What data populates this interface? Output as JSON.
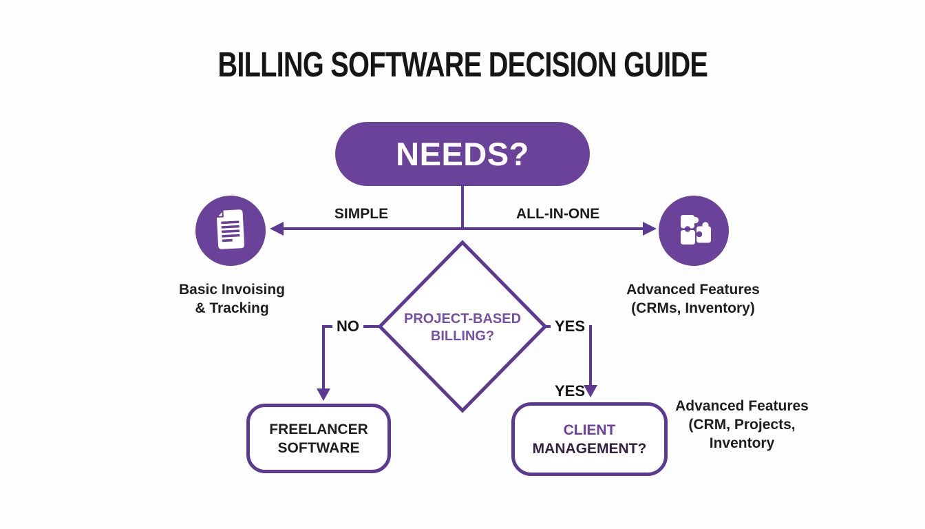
{
  "title": "BILLING SOFTWARE DECISION GUIDE",
  "colors": {
    "purple_fill": "#6a4299",
    "purple_line": "#5c3a91",
    "diamond_text": "#7450a4",
    "dark_text": "#1e1e1e",
    "client_line1": "#6b3fa0",
    "client_line2": "#332042"
  },
  "root_node": {
    "label": "NEEDS?"
  },
  "branches": {
    "left": {
      "edge_label": "SIMPLE",
      "icon": "document-icon",
      "caption_line1": "Basic Invoising",
      "caption_line2": "& Tracking"
    },
    "right": {
      "edge_label": "ALL-IN-ONE",
      "icon": "puzzle-icon",
      "caption_line1": "Advanced Features",
      "caption_line2": "(CRMs, Inventory)"
    }
  },
  "decision": {
    "line1": "PROJECT-BASED",
    "line2": "BILLING?",
    "no_label": "NO",
    "yes_label": "YES",
    "yes_label_2": "YES"
  },
  "outcomes": {
    "no_box": {
      "line1": "FREELANCER",
      "line2": "SOFTWARE"
    },
    "yes_box": {
      "line1": "CLIENT",
      "line2": "MANAGEMENT?"
    },
    "side_note": {
      "line1": "Advanced Features",
      "line2": "(CRM, Projects,",
      "line3": "Inventory"
    }
  }
}
